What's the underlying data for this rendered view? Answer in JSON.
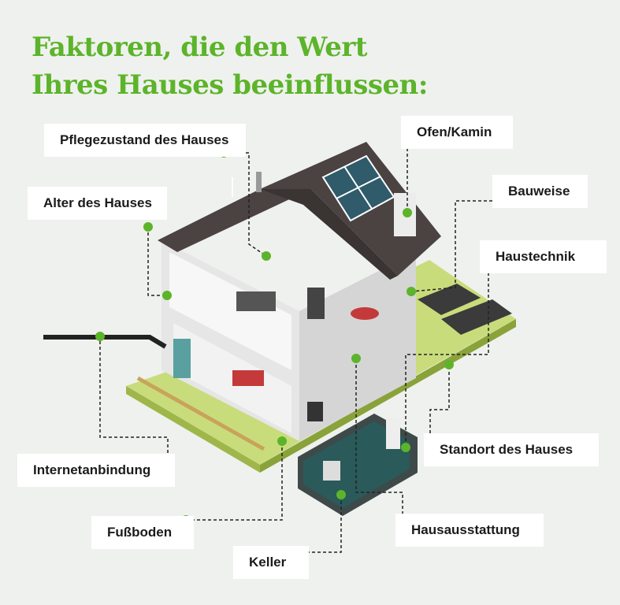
{
  "title": {
    "line1": "Faktoren, die den Wert",
    "line2": "Ihres Hauses beeinflussen:"
  },
  "labels": {
    "pflegezustand": "Pflegezustand des Hauses",
    "alter": "Alter des Hauses",
    "ofen": "Ofen/Kamin",
    "bauweise": "Bauweise",
    "haustechnik": "Haustechnik",
    "standort": "Standort des Hauses",
    "internet": "Internetanbindung",
    "fussboden": "Fußboden",
    "keller": "Keller",
    "hausausstattung": "Hausausstattung"
  },
  "colors": {
    "accent": "#5cb42a",
    "background": "#eff1ee",
    "roof": "#4a4341"
  }
}
